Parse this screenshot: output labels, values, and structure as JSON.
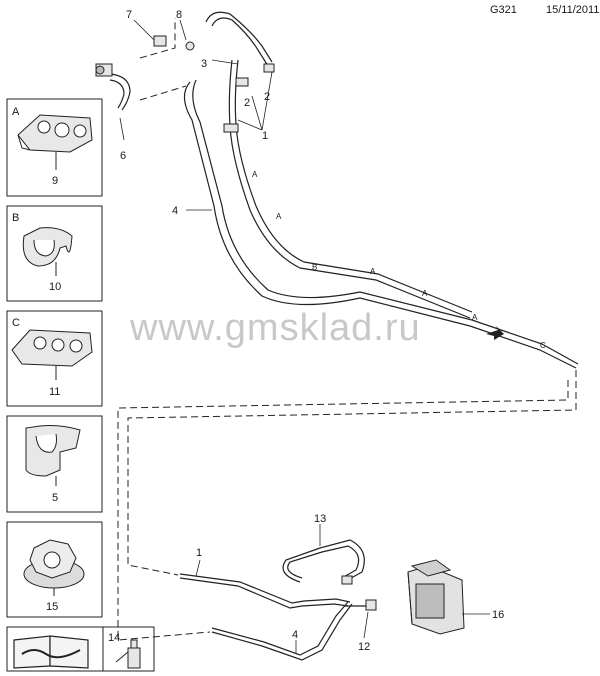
{
  "header": {
    "code": "G321",
    "date": "15/11/2011"
  },
  "watermark": "www.gmsklad.ru",
  "insets": [
    {
      "letter": "A",
      "number": "9"
    },
    {
      "letter": "B",
      "number": "10"
    },
    {
      "letter": "C",
      "number": "11"
    },
    {
      "letter": "",
      "number": "5"
    },
    {
      "letter": "",
      "number": "15"
    },
    {
      "letter": "",
      "number": "14"
    }
  ],
  "callouts": {
    "c1a": "1",
    "c1b": "1",
    "c2a": "2",
    "c2b": "2",
    "c3": "3",
    "c4a": "4",
    "c4b": "4",
    "c6": "6",
    "c7": "7",
    "c8": "8",
    "c12": "12",
    "c13": "13",
    "c16": "16"
  },
  "section_markers": {
    "m1": "A",
    "m2": "A",
    "m3": "B",
    "m4": "A",
    "m5": "A",
    "m6": "A",
    "m7": "C"
  }
}
